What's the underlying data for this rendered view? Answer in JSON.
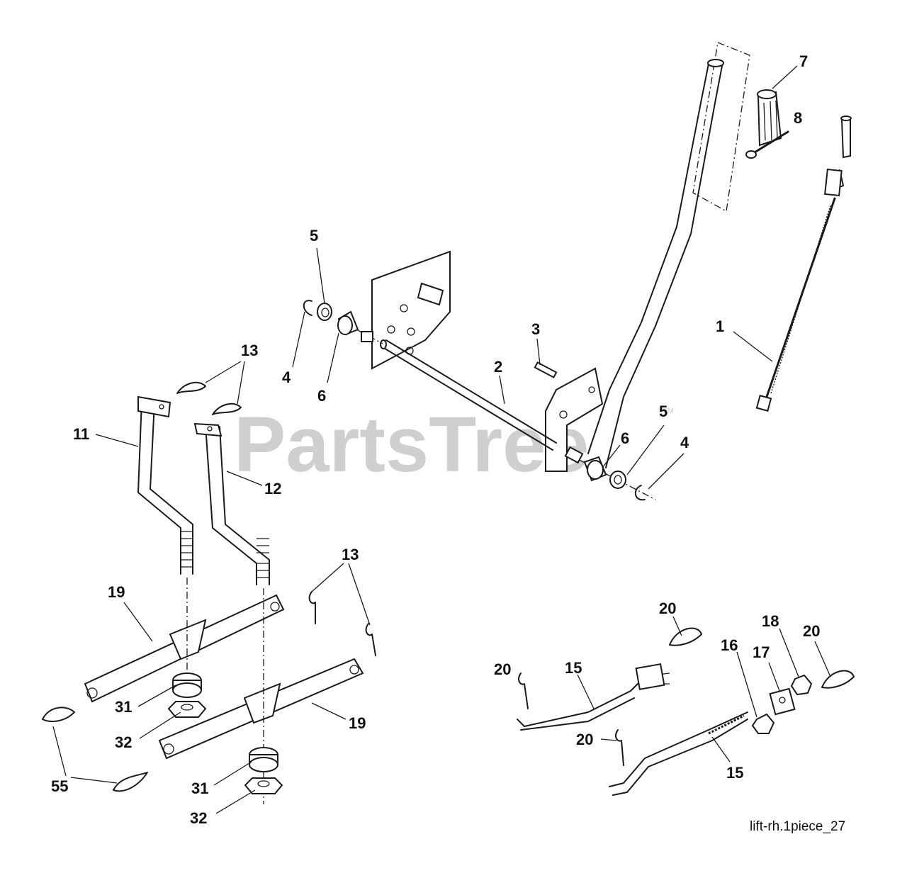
{
  "watermark": {
    "text": "PartsTree",
    "trademark": "TM"
  },
  "figure_id": "lift-rh.1piece_27",
  "callouts": {
    "c1": "1",
    "c2": "2",
    "c3": "3",
    "c4a": "4",
    "c4b": "4",
    "c5a": "5",
    "c5b": "5",
    "c6a": "6",
    "c6b": "6",
    "c7": "7",
    "c8": "8",
    "c11": "11",
    "c12": "12",
    "c13a": "13",
    "c13b": "13",
    "c15a": "15",
    "c15b": "15",
    "c16": "16",
    "c17": "17",
    "c18": "18",
    "c19a": "19",
    "c19b": "19",
    "c20a": "20",
    "c20b": "20",
    "c20c": "20",
    "c20d": "20",
    "c31a": "31",
    "c31b": "31",
    "c32a": "32",
    "c32b": "32",
    "c55": "55"
  }
}
